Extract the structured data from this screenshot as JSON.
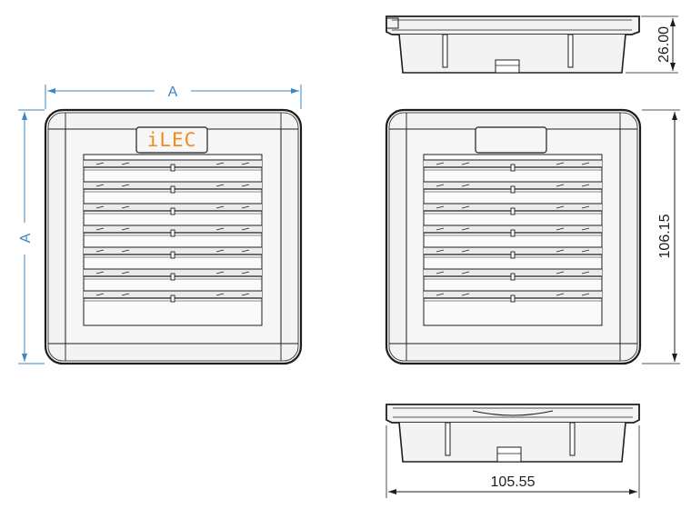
{
  "front_view": {
    "width_label": "A",
    "height_label": "A",
    "logo_text": "iLEC"
  },
  "dimensions": {
    "depth": "26.00",
    "height": "106.15",
    "width": "105.55"
  },
  "colors": {
    "dimension_line": "#3d86c6",
    "outline": "#1e1e1e",
    "frame_fill": "#f3f3f3",
    "logo": "#f08a1c",
    "logo_panel": "#f7f7f7",
    "slat_fill": "#ebebeb"
  }
}
